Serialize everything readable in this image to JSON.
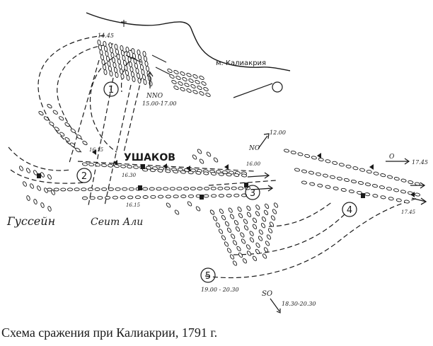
{
  "caption": "Схема сражения при Калиакрии, 1791 г.",
  "labels": {
    "cape": "м. Калиакрия",
    "ushakov": "УШАКОВ",
    "hussein": "Гуссейн",
    "seyit_ali": "Сеит Али"
  },
  "wind_labels": {
    "nno": "NNO",
    "nno_time": "15.00-17.00",
    "no": "NO",
    "no_time": "12.00",
    "o": "O",
    "o_time": "17.45",
    "so": "SO",
    "so_time": "18.30-20.30"
  },
  "phase_markers": [
    "1",
    "2",
    "3",
    "4",
    "5"
  ],
  "time_labels": {
    "t1445": "14.45",
    "t1615": "16.15",
    "t1615b": "16.15",
    "t1630": "16.30",
    "t1745": "17.45",
    "t1900": "19.00 - 20.30",
    "t1600": "16.00"
  },
  "colors": {
    "ink": "#1a1a1a",
    "paper": "#ffffff"
  }
}
